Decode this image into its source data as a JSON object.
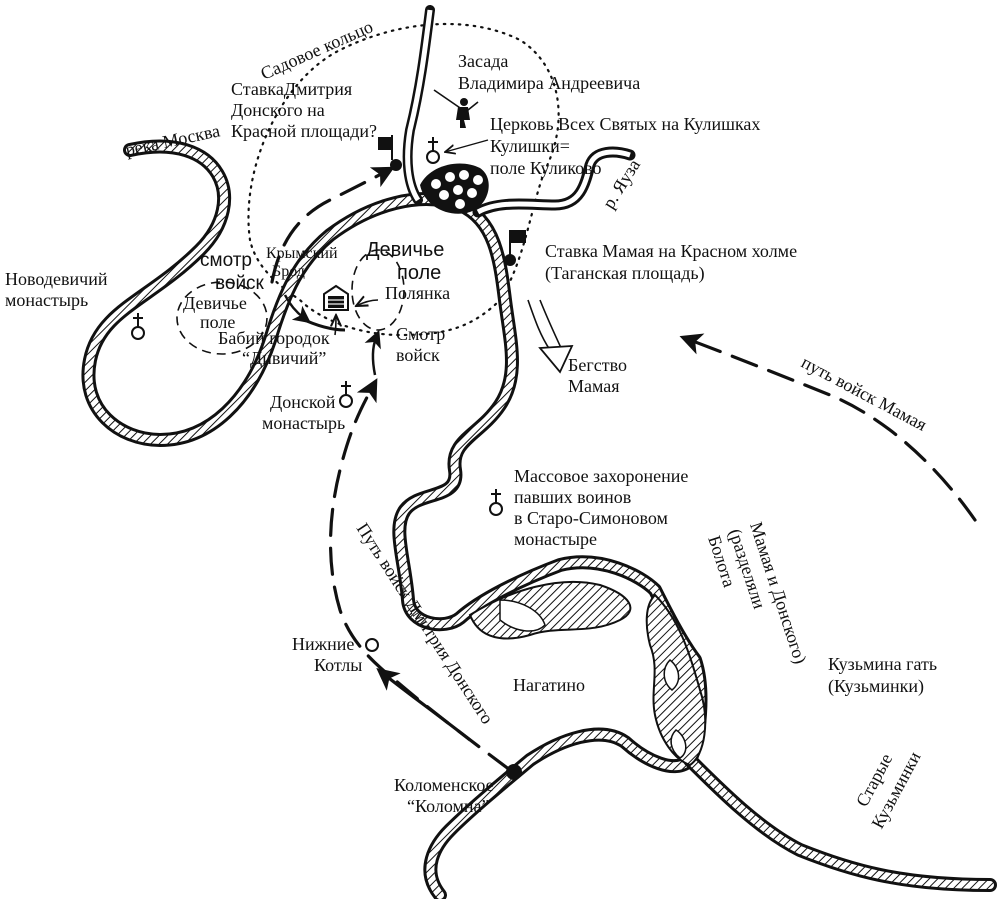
{
  "labels": {
    "sadovoe": "Садовое кольцо",
    "stavka_dmitry": [
      "СтавкаДмитрия",
      "Донского на",
      "Красной площади?"
    ],
    "zasada": [
      "Засада",
      "Владимира Андреевича"
    ],
    "tserkov": "Церковь Всех Святых на Кулишках",
    "kulishki": [
      "Кулишки=",
      "поле Куликово"
    ],
    "yauza": "р. Яуза",
    "reka_moskva": "река Москва",
    "novodevichy": [
      "Новодевичий",
      "монастырь"
    ],
    "smotr_voysk_left": [
      "смотр",
      "войск"
    ],
    "krymsky_brod": [
      "Крымский",
      "Брод"
    ],
    "devichye_pole_big": [
      "Девичье",
      "поле"
    ],
    "devichye_pole_small": [
      "Девичье",
      "поле"
    ],
    "polyanka": "Полянка",
    "babiy_gorodok": [
      "Бабий городок",
      "“Дивичий”"
    ],
    "smotr_voysk_right": [
      "Смотр",
      "войск"
    ],
    "stavka_mamaya": [
      "Ставка Мамая на Красном холме",
      "(Таганская площадь)"
    ],
    "begstvo": [
      "Бегство",
      "Мамая"
    ],
    "put_mamaya": "путь войск Мамая",
    "donskoy": [
      "Донской",
      "монастырь"
    ],
    "zakhoronenie": [
      "Массовое захоронение",
      "павших воинов",
      "в Старо-Симоновом",
      "монастыре"
    ],
    "bolota": [
      "Болота",
      "(разделяли",
      "Мамая и Донского)"
    ],
    "put_dmitry": "Путь войск Дмитрия Донского",
    "nizhnie_kotly": [
      "Нижние",
      "Котлы"
    ],
    "nagatino": "Нагатино",
    "kuzmina_gat": [
      "Кузьмина гать",
      "(Кузьминки)"
    ],
    "kolomenskoe": [
      "Коломенское",
      "“Коломна”"
    ],
    "starye_kuzminki": [
      "Старые",
      "Кузьминки"
    ]
  },
  "colors": {
    "ink": "#111111",
    "paper": "#ffffff"
  },
  "icons": [
    "church-cross-icon",
    "flag-icon",
    "warrior-icon",
    "fortress-icon",
    "settlement-dot-icon",
    "field-circles-icon",
    "arrow-icon"
  ]
}
